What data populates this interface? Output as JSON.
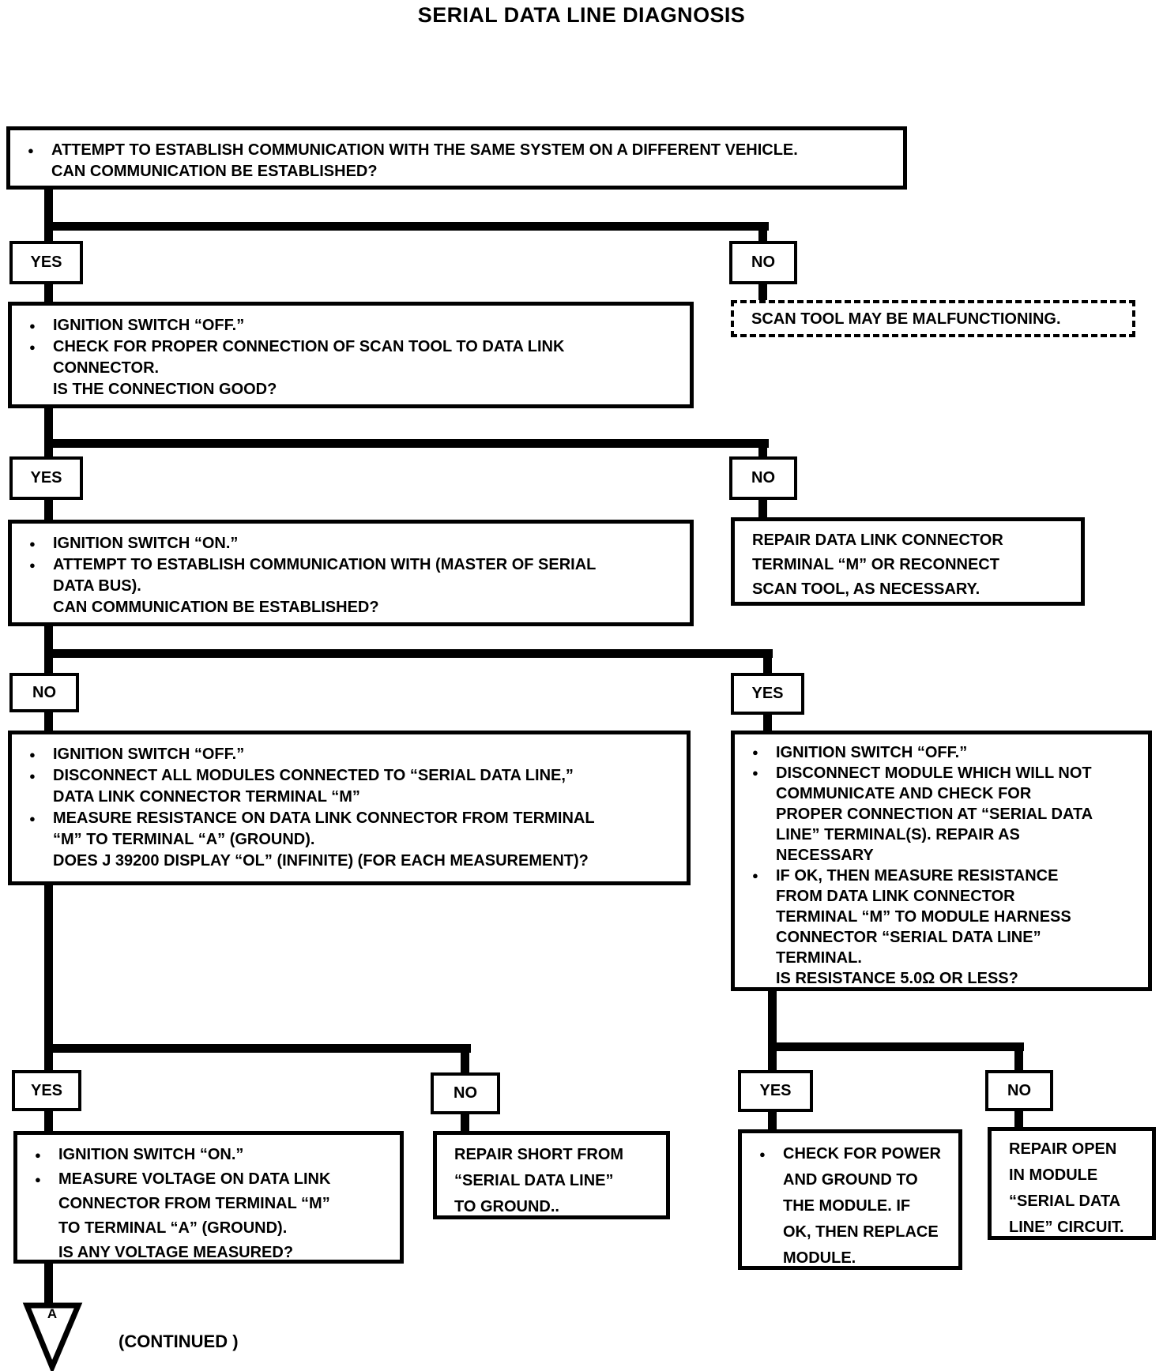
{
  "title": "SERIAL DATA LINE DIAGNOSIS",
  "bullet_char": "●",
  "branches": {
    "r1_left": "YES",
    "r1_right": "NO",
    "r2_left": "YES",
    "r2_right": "NO",
    "r3_left": "NO",
    "r3_right": "YES",
    "r4l_left": "YES",
    "r4l_right": "NO",
    "r4r_left": "YES",
    "r4r_right": "NO"
  },
  "footer": {
    "connector_label": "A",
    "continued": "(CONTINUED )"
  },
  "boxes": {
    "q1": {
      "lines": [
        {
          "b": 1,
          "t": "ATTEMPT TO ESTABLISH COMMUNICATION WITH THE SAME SYSTEM ON A DIFFERENT VEHICLE."
        },
        {
          "b": 0,
          "t": "CAN COMMUNICATION BE ESTABLISHED?"
        }
      ]
    },
    "scan_tool": {
      "lines": [
        {
          "b": 0,
          "t": "SCAN TOOL MAY BE MALFUNCTIONING."
        }
      ]
    },
    "q2": {
      "lines": [
        {
          "b": 1,
          "t": "IGNITION SWITCH “OFF.”"
        },
        {
          "b": 1,
          "t": "CHECK FOR PROPER CONNECTION OF SCAN TOOL TO DATA LINK"
        },
        {
          "b": 0,
          "t": "CONNECTOR."
        },
        {
          "b": 0,
          "t": "IS THE CONNECTION GOOD?"
        }
      ]
    },
    "repair_dlc": {
      "lines": [
        {
          "b": 0,
          "t": "REPAIR DATA LINK CONNECTOR"
        },
        {
          "b": 0,
          "t": "TERMINAL “M” OR RECONNECT"
        },
        {
          "b": 0,
          "t": "SCAN TOOL, AS NECESSARY."
        }
      ]
    },
    "q3": {
      "lines": [
        {
          "b": 1,
          "t": "IGNITION SWITCH “ON.”"
        },
        {
          "b": 1,
          "t": "ATTEMPT TO ESTABLISH COMMUNICATION WITH (MASTER OF SERIAL"
        },
        {
          "b": 0,
          "t": "DATA BUS)."
        },
        {
          "b": 0,
          "t": "CAN COMMUNICATION BE ESTABLISHED?"
        }
      ]
    },
    "q4": {
      "lines": [
        {
          "b": 1,
          "t": "IGNITION SWITCH “OFF.”"
        },
        {
          "b": 1,
          "t": "DISCONNECT ALL MODULES CONNECTED TO “SERIAL DATA LINE,”"
        },
        {
          "b": 0,
          "t": "DATA LINK CONNECTOR TERMINAL “M”"
        },
        {
          "b": 1,
          "t": "MEASURE RESISTANCE ON DATA LINK CONNECTOR FROM TERMINAL"
        },
        {
          "b": 0,
          "t": "“M” TO TERMINAL “A” (GROUND)."
        },
        {
          "b": 0,
          "t": "DOES J 39200 DISPLAY “OL” (INFINITE) (FOR EACH MEASUREMENT)?"
        }
      ]
    },
    "q5": {
      "lines": [
        {
          "b": 1,
          "t": "IGNITION SWITCH “OFF.”"
        },
        {
          "b": 1,
          "t": "DISCONNECT MODULE WHICH WILL NOT"
        },
        {
          "b": 0,
          "t": "COMMUNICATE AND CHECK FOR"
        },
        {
          "b": 0,
          "t": "PROPER CONNECTION AT “SERIAL DATA"
        },
        {
          "b": 0,
          "t": "LINE” TERMINAL(S). REPAIR AS"
        },
        {
          "b": 0,
          "t": "NECESSARY"
        },
        {
          "b": 1,
          "t": "IF OK, THEN MEASURE RESISTANCE"
        },
        {
          "b": 0,
          "t": "FROM DATA LINK CONNECTOR"
        },
        {
          "b": 0,
          "t": "TERMINAL “M” TO MODULE HARNESS"
        },
        {
          "b": 0,
          "t": "CONNECTOR “SERIAL DATA LINE”"
        },
        {
          "b": 0,
          "t": "TERMINAL."
        },
        {
          "b": 0,
          "t": "IS RESISTANCE 5.0Ω OR LESS?"
        }
      ]
    },
    "q6": {
      "lines": [
        {
          "b": 1,
          "t": "IGNITION SWITCH “ON.”"
        },
        {
          "b": 1,
          "t": "MEASURE VOLTAGE ON DATA LINK"
        },
        {
          "b": 0,
          "t": "CONNECTOR FROM TERMINAL “M”"
        },
        {
          "b": 0,
          "t": "TO TERMINAL “A” (GROUND)."
        },
        {
          "b": 0,
          "t": "IS ANY VOLTAGE MEASURED?"
        }
      ]
    },
    "repair_short": {
      "lines": [
        {
          "b": 0,
          "t": "REPAIR SHORT FROM"
        },
        {
          "b": 0,
          "t": "“SERIAL DATA LINE”"
        },
        {
          "b": 0,
          "t": "TO GROUND.."
        }
      ]
    },
    "check_power": {
      "lines": [
        {
          "b": 1,
          "t": "CHECK FOR POWER"
        },
        {
          "b": 0,
          "t": "AND GROUND TO"
        },
        {
          "b": 0,
          "t": "THE MODULE. IF"
        },
        {
          "b": 0,
          "t": "OK, THEN REPLACE"
        },
        {
          "b": 0,
          "t": "MODULE."
        }
      ]
    },
    "repair_open": {
      "lines": [
        {
          "b": 0,
          "t": "REPAIR OPEN"
        },
        {
          "b": 0,
          "t": "IN MODULE"
        },
        {
          "b": 0,
          "t": "“SERIAL DATA"
        },
        {
          "b": 0,
          "t": "LINE” CIRCUIT."
        }
      ]
    }
  }
}
